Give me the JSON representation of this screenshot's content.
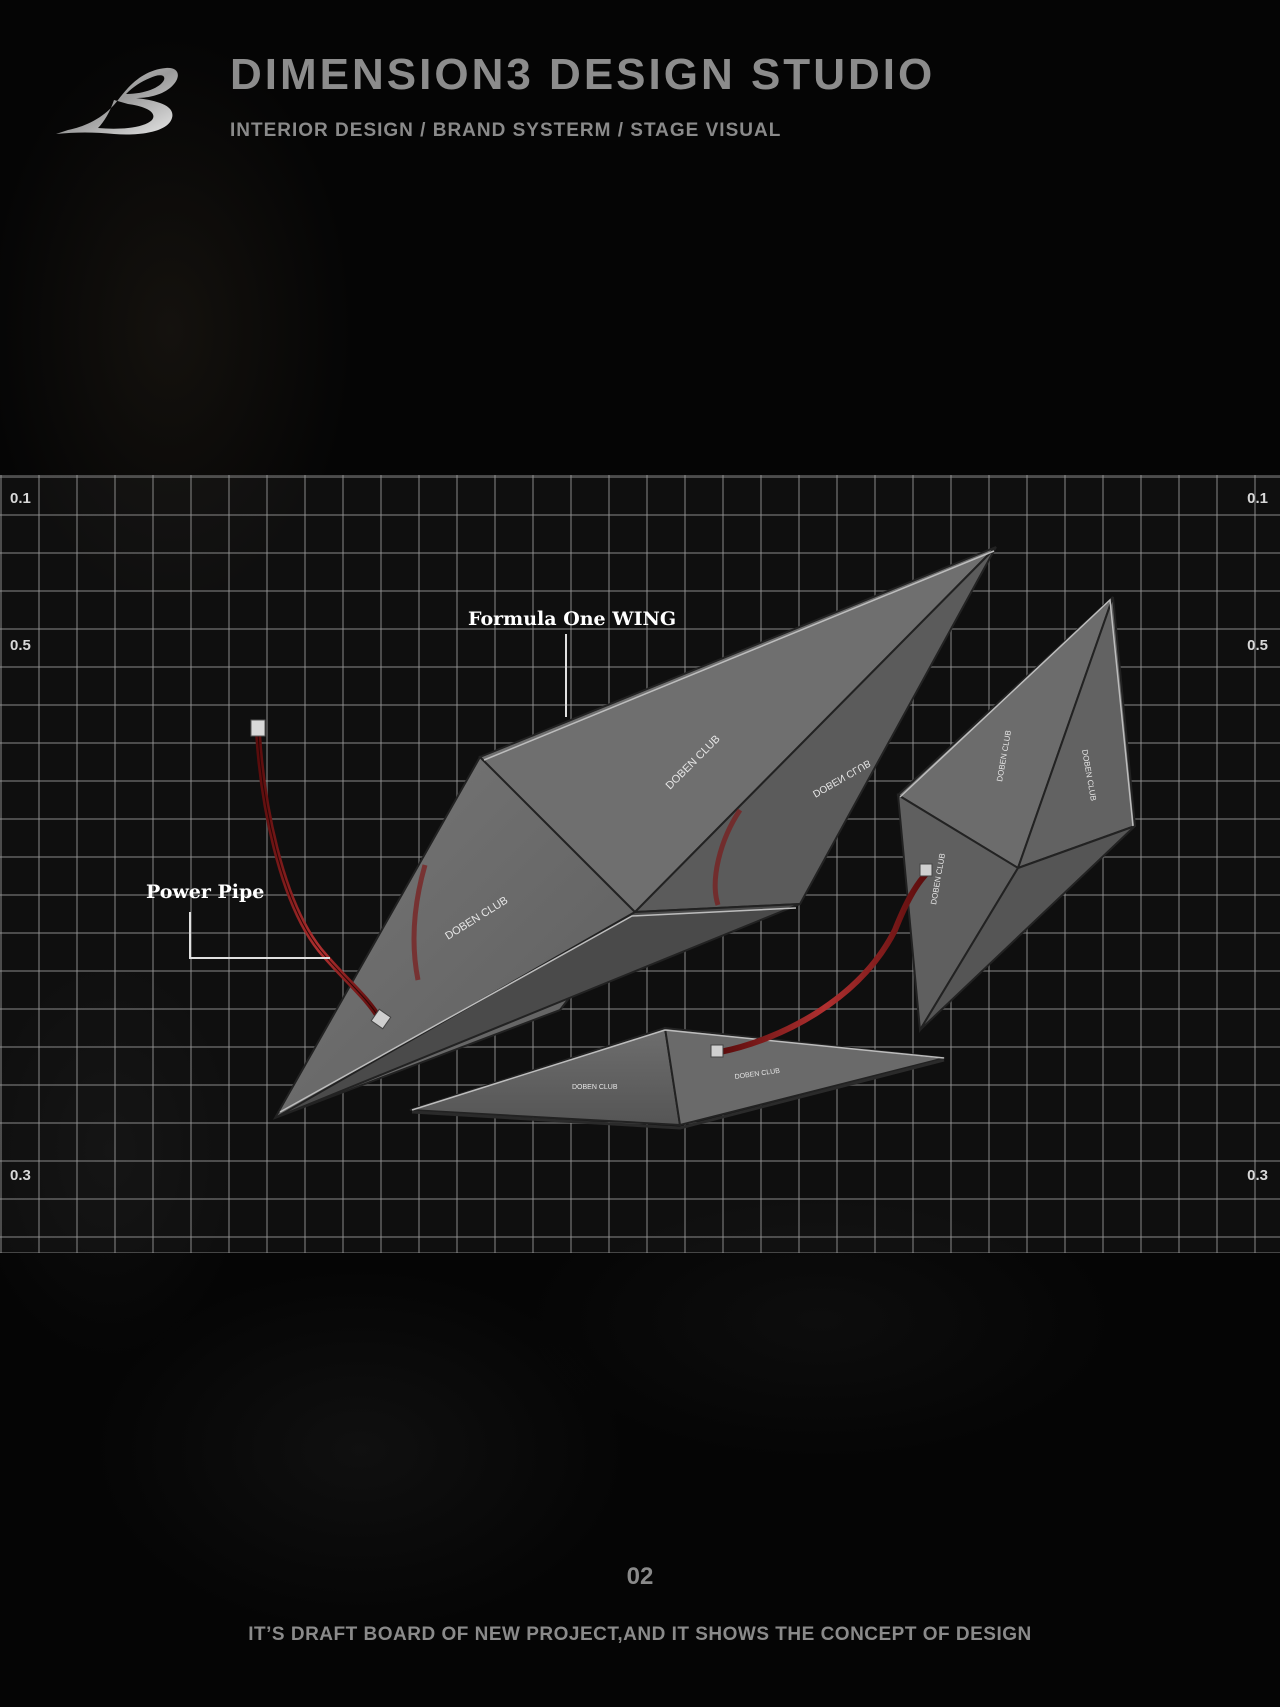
{
  "header": {
    "title": "DIMENSION3 DESIGN STUDIO",
    "subtitle": "INTERIOR DESIGN / BRAND SYSTERM / STAGE VISUAL"
  },
  "scale_marks": {
    "left": [
      "0.1",
      "0.5",
      "0.3"
    ],
    "right": [
      "0.1",
      "0.5",
      "0.3"
    ]
  },
  "callouts": {
    "wing": "Formula One WING",
    "pipe": "Power Pipe"
  },
  "panel_text": {
    "brand": "DOBEN CLUB",
    "brand_mirrored": "DOBEN CLUB"
  },
  "footer": {
    "page_number": "02",
    "caption": "IT’S DRAFT BOARD OF NEW PROJECT,AND IT SHOWS THE CONCEPT OF DESIGN"
  },
  "colors": {
    "background": "#050505",
    "panel": "#6b6b6b",
    "pipe": "#8a1c1c",
    "grid": "#969696",
    "heading": "#8c8c8c"
  }
}
